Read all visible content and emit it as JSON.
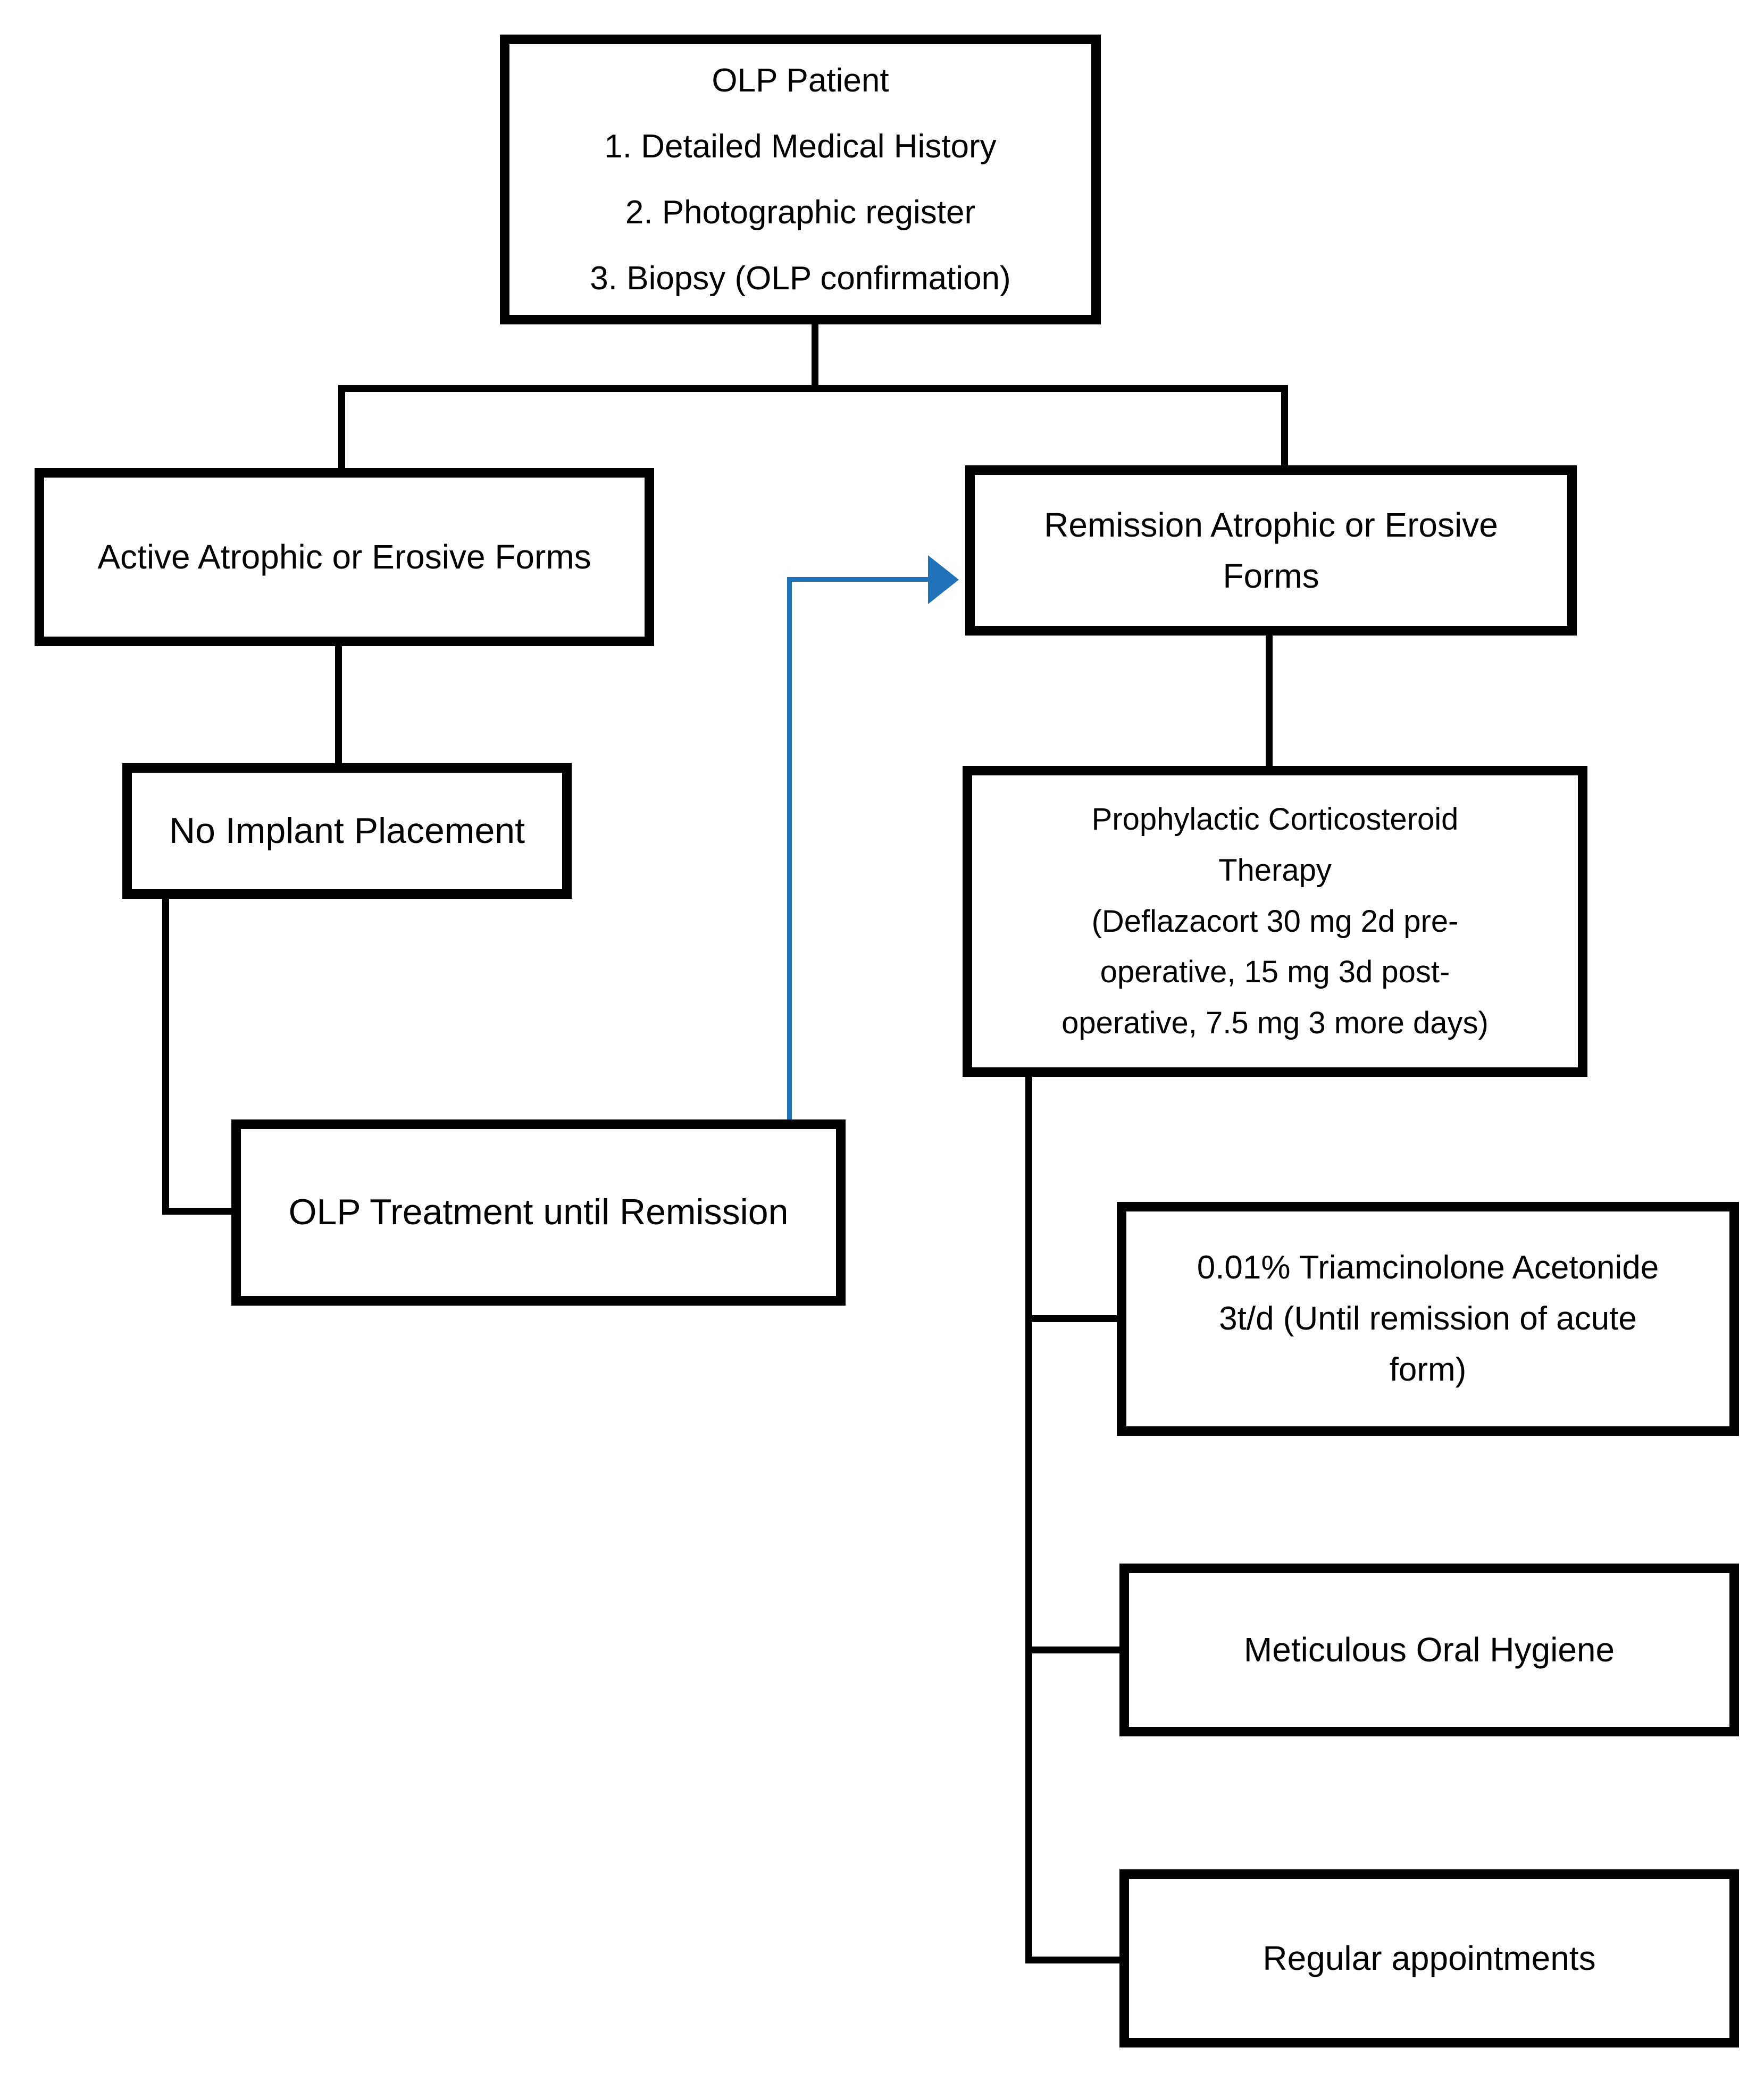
{
  "figure": {
    "type": "flowchart",
    "background": "#ffffff",
    "box_border_color": "#000000",
    "connector_color": "#000000",
    "accent_arrow_color": "#2272b8",
    "nodes": {
      "patient": "OLP Patient\n1. Detailed Medical History\n2. Photographic register\n3. Biopsy (OLP confirmation)",
      "active": "Active Atrophic or Erosive Forms",
      "remission": "Remission Atrophic or Erosive\nForms",
      "no_implant": "No Implant Placement",
      "olp_treatment": "OLP Treatment until Remission",
      "prophylactic": "Prophylactic Corticosteroid\nTherapy\n(Deflazacort 30 mg 2d pre-\noperative, 15 mg 3d post-\noperative, 7.5 mg 3 more days)",
      "triamcinolone": "0.01% Triamcinolone Acetonide\n3t/d (Until remission of acute\nform)",
      "hygiene": "Meticulous Oral Hygiene",
      "appointments": "Regular appointments"
    },
    "edges": [
      {
        "from": "patient",
        "to": "active",
        "style": "elbow-black"
      },
      {
        "from": "patient",
        "to": "remission",
        "style": "elbow-black"
      },
      {
        "from": "active",
        "to": "no_implant",
        "style": "straight-black"
      },
      {
        "from": "no_implant",
        "to": "olp_treatment",
        "style": "elbow-black"
      },
      {
        "from": "olp_treatment",
        "to": "remission",
        "style": "elbow-blue-arrow"
      },
      {
        "from": "remission",
        "to": "prophylactic",
        "style": "straight-black"
      },
      {
        "from": "prophylactic",
        "to": "triamcinolone",
        "style": "elbow-black"
      },
      {
        "from": "prophylactic",
        "to": "hygiene",
        "style": "elbow-black"
      },
      {
        "from": "prophylactic",
        "to": "appointments",
        "style": "elbow-black"
      }
    ]
  }
}
